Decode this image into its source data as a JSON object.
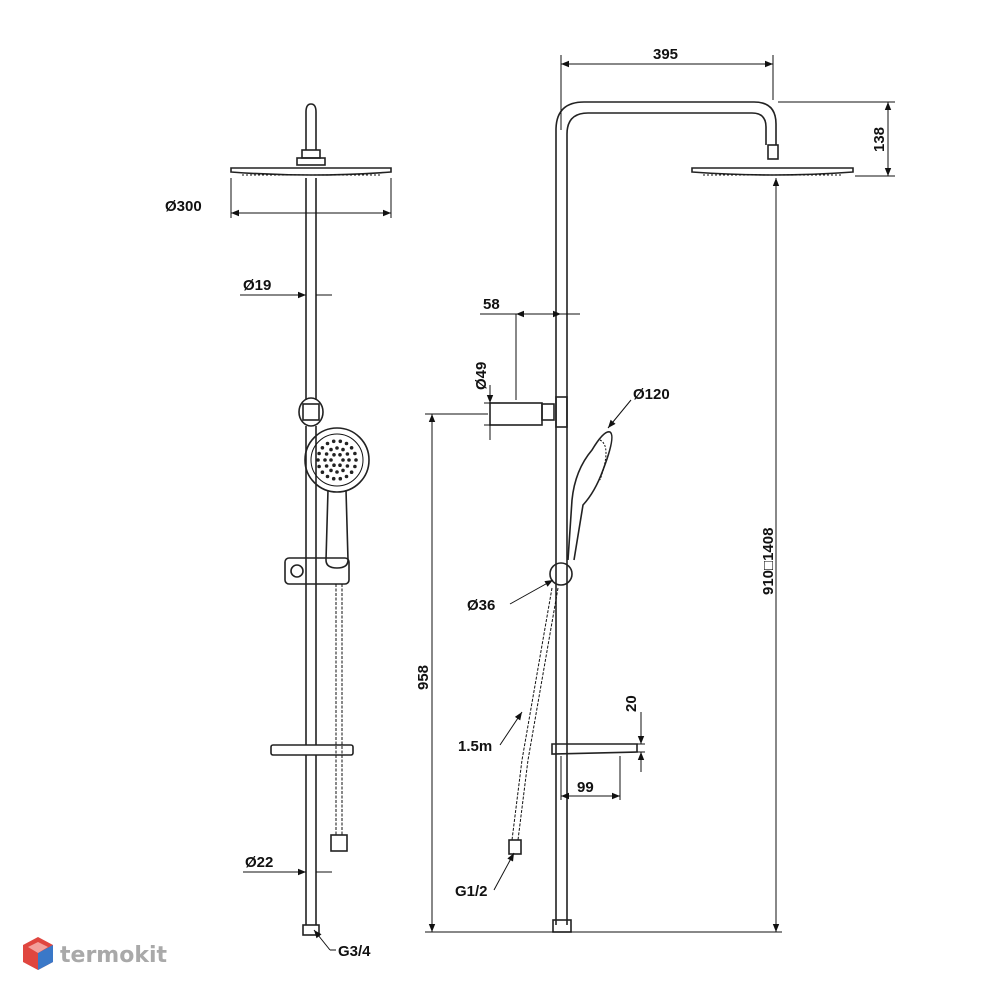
{
  "dimensions": {
    "rain_head_diameter": "Ø300",
    "rail_diameter": "Ø19",
    "lower_rail_diameter": "Ø22",
    "wall_connection_thread": "G3/4",
    "arm_reach": "395",
    "head_drop": "138",
    "bracket_offset": "58",
    "bracket_diameter": "Ø49",
    "hand_shower_diameter": "Ø120",
    "diverter_diameter": "Ø36",
    "adjustable_height": "910□1408",
    "hand_shower_height": "958",
    "hose_length": "1.5m",
    "hose_thread": "G1/2",
    "shelf_thickness": "20",
    "shelf_depth": "99"
  },
  "logo": {
    "brand": "termokit"
  },
  "colors": {
    "line": "#111111",
    "logo_grey": "#a9a9a9",
    "logo_red": "#e0463f",
    "logo_blue": "#3a78c8"
  }
}
